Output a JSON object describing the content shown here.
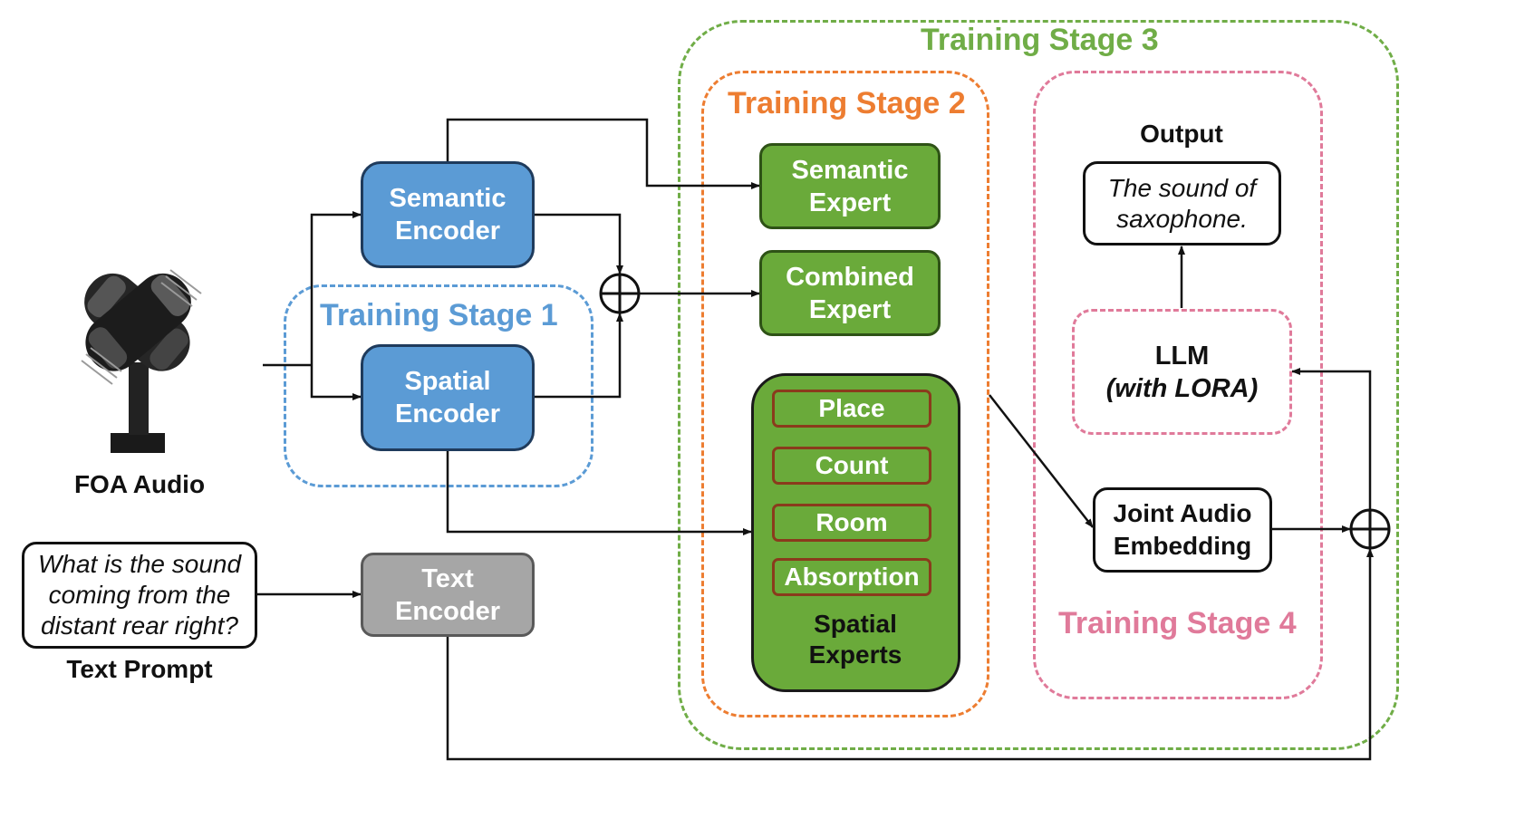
{
  "stages": {
    "stage1": "Training Stage 1",
    "stage2": "Training Stage 2",
    "stage3": "Training Stage 3",
    "stage4": "Training Stage 4"
  },
  "encoders": {
    "semantic": [
      "Semantic",
      "Encoder"
    ],
    "spatial": [
      "Spatial",
      "Encoder"
    ],
    "text": [
      "Text",
      "Encoder"
    ]
  },
  "experts": {
    "semantic": [
      "Semantic",
      "Expert"
    ],
    "combined": [
      "Combined",
      "Expert"
    ],
    "spatial_sub": [
      "Place",
      "Count",
      "Room",
      "Absorption"
    ],
    "spatial_group": [
      "Spatial",
      "Experts"
    ]
  },
  "inputs": {
    "foa_label": "FOA Audio",
    "text_prompt_label": "Text Prompt",
    "text_prompt": [
      "What is the sound",
      "coming from the",
      "distant rear right?"
    ]
  },
  "output": {
    "label": "Output",
    "text": [
      "The sound of",
      "saxophone."
    ]
  },
  "llm": {
    "line1": "LLM",
    "line2": "(with LORA)"
  },
  "joint_embedding": [
    "Joint Audio",
    "Embedding"
  ],
  "colors": {
    "encoder_blue": "#5b9bd5",
    "expert_green": "#6aaa3a",
    "text_encoder_gray": "#a6a6a6",
    "stage1_blue": "#5b9bd5",
    "stage2_orange": "#ed7d31",
    "stage3_green": "#70ad47",
    "stage4_pink": "#e07a9a"
  },
  "icons": {
    "microphone": "ambisonic-microphone-icon",
    "sum": "circle-plus-icon"
  }
}
